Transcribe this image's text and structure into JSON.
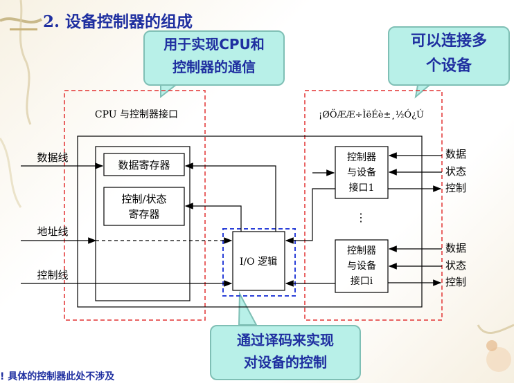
{
  "title": "2. 设备控制器的组成",
  "callouts": {
    "cpu_communication": [
      "用于实现CPU和",
      "控制器的通信"
    ],
    "multiple_devices": [
      "可以连接多",
      "个设备"
    ],
    "decode_control": [
      "通过译码来实现",
      "对设备的控制"
    ]
  },
  "diagram": {
    "cpu_interface_label": "CPU 与控制器接口",
    "device_interface_label": "¡ØÖÆÆ÷ÌëÉè±¸½Ó¿Ú",
    "data_register": "数据寄存器",
    "ctrl_status_register": [
      "控制/状态",
      "寄存器"
    ],
    "io_logic": "I/O 逻辑",
    "device_interface_1": [
      "控制器",
      "与设备",
      "接口1"
    ],
    "device_interface_i": [
      "控制器",
      "与设备",
      "接口i"
    ],
    "ellipsis": "⋮",
    "bus": {
      "data": "数据线",
      "address": "地址线",
      "control": "控制线"
    },
    "signals": [
      "数据",
      "状态",
      "控制"
    ]
  },
  "footnote": "! 具体的控制器此处不涉及"
}
